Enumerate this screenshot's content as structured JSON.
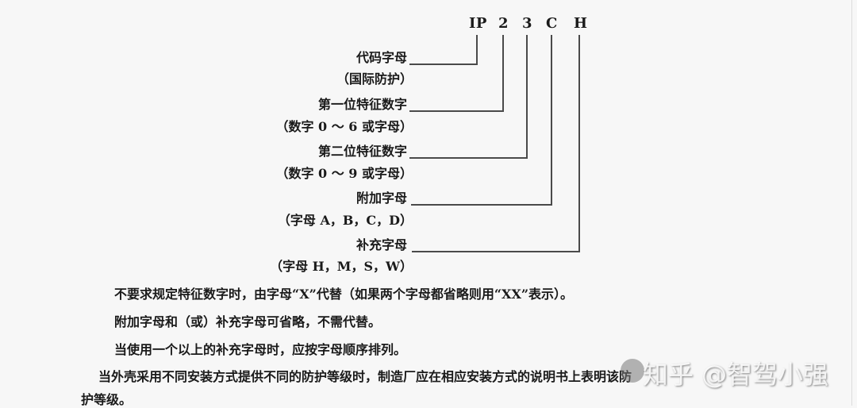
{
  "diagram": {
    "code": [
      "IP",
      "2",
      "3",
      "C",
      "H"
    ],
    "labels": [
      {
        "title": "代码字母",
        "sub": "（国际防护）"
      },
      {
        "title": "第一位特征数字",
        "sub": "（数字 0 ～ 6 或字母）"
      },
      {
        "title": "第二位特征数字",
        "sub": "（数字 0 ～ 9 或字母）"
      },
      {
        "title": "附加字母",
        "sub": "（字母 A，B，C，D）"
      },
      {
        "title": "补充字母",
        "sub": "（字母 H，M，S，W）"
      }
    ]
  },
  "notes": [
    "不要求规定特征数字时，由字母“X”代替（如果两个字母都省略则用“XX”表示）。",
    "附加字母和（或）补充字母可省略，不需代替。",
    "当使用一个以上的补充字母时，应按字母顺序排列。",
    "当外壳采用不同安装方式提供不同的防护等级时，制造厂应在相应安装方式的说明书上表明该防",
    "护等级。"
  ],
  "watermark": "知乎 @智驾小强"
}
